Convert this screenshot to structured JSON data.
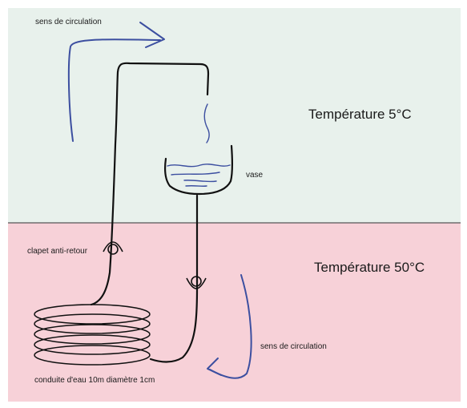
{
  "zones": {
    "cold": {
      "temperature_label": "Température 5°C",
      "color": "#e8f1ec"
    },
    "hot": {
      "temperature_label": "Température 50°C",
      "color": "#f7d1d8"
    }
  },
  "labels": {
    "flow_top": "sens de circulation",
    "flow_bottom": "sens de circulation",
    "vase": "vase",
    "check_valve": "clapet anti-retour",
    "coil": "conduite d'eau 10m diamètre 1cm"
  },
  "colors": {
    "flow_arrow": "#3c4fa0",
    "pipe": "#111111",
    "zone_border": "#555555"
  }
}
